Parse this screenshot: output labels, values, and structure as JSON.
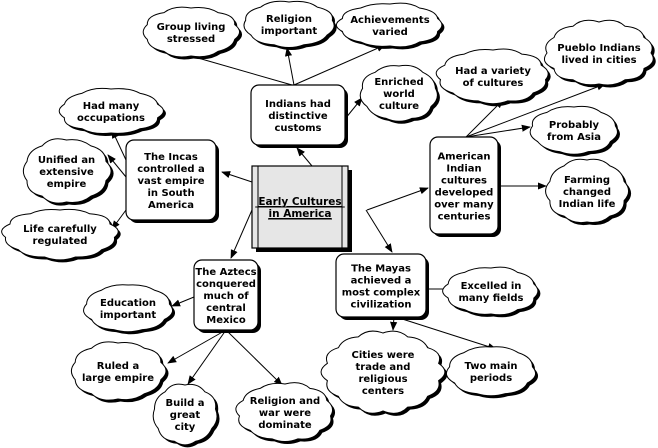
{
  "title": "Early Cultures in America",
  "colors": {
    "ink": "#000000",
    "paper": "#ffffff",
    "center_fill": "#e6e6e6"
  },
  "center": {
    "id": "center",
    "lines": [
      "Early Cultures",
      "in America"
    ]
  },
  "topics": [
    {
      "id": "customs",
      "lines": [
        "Indians had",
        "distinctive",
        "customs"
      ]
    },
    {
      "id": "incas",
      "lines": [
        "The Incas",
        "controlled a",
        "vast empire",
        "in South",
        "America"
      ]
    },
    {
      "id": "american",
      "lines": [
        "American",
        "Indian",
        "cultures",
        "developed",
        "over many",
        "centuries"
      ]
    },
    {
      "id": "aztecs",
      "lines": [
        "The Aztecs",
        "conquered",
        "much of",
        "central",
        "Mexico"
      ]
    },
    {
      "id": "mayas",
      "lines": [
        "The Mayas",
        "achieved a",
        "most complex",
        "civilization"
      ]
    }
  ],
  "details": [
    {
      "id": "group",
      "parent": "customs",
      "lines": [
        "Group living",
        "stressed"
      ]
    },
    {
      "id": "religion",
      "parent": "customs",
      "lines": [
        "Religion",
        "important"
      ]
    },
    {
      "id": "achieve",
      "parent": "customs",
      "lines": [
        "Achievements",
        "varied"
      ]
    },
    {
      "id": "enriched",
      "parent": "customs",
      "lines": [
        "Enriched",
        "world",
        "culture"
      ]
    },
    {
      "id": "occup",
      "parent": "incas",
      "lines": [
        "Had many",
        "occupations"
      ]
    },
    {
      "id": "unified",
      "parent": "incas",
      "lines": [
        "Unified an",
        "extensive",
        "empire"
      ]
    },
    {
      "id": "life",
      "parent": "incas",
      "lines": [
        "Life carefully",
        "regulated"
      ]
    },
    {
      "id": "variety",
      "parent": "american",
      "lines": [
        "Had a variety",
        "of cultures"
      ]
    },
    {
      "id": "pueblo",
      "parent": "american",
      "lines": [
        "Pueblo Indians",
        "lived in cities"
      ]
    },
    {
      "id": "asia",
      "parent": "american",
      "lines": [
        "Probably",
        "from Asia"
      ]
    },
    {
      "id": "farming",
      "parent": "american",
      "lines": [
        "Farming",
        "changed",
        "Indian life"
      ]
    },
    {
      "id": "education",
      "parent": "aztecs",
      "lines": [
        "Education",
        "important"
      ]
    },
    {
      "id": "ruled",
      "parent": "aztecs",
      "lines": [
        "Ruled a",
        "large empire"
      ]
    },
    {
      "id": "build",
      "parent": "aztecs",
      "lines": [
        "Build a",
        "great",
        "city"
      ]
    },
    {
      "id": "relwar",
      "parent": "aztecs",
      "lines": [
        "Religion and",
        "war were",
        "dominate"
      ]
    },
    {
      "id": "excelled",
      "parent": "mayas",
      "lines": [
        "Excelled in",
        "many fields"
      ]
    },
    {
      "id": "cities",
      "parent": "mayas",
      "lines": [
        "Cities were",
        "trade and",
        "religious",
        "centers"
      ]
    },
    {
      "id": "periods",
      "parent": "mayas",
      "lines": [
        "Two main",
        "periods"
      ]
    }
  ],
  "edges": [
    {
      "from": "center",
      "to": "customs",
      "arrow": true
    },
    {
      "from": "center",
      "to": "incas",
      "arrow": true
    },
    {
      "from": "center",
      "to": "american",
      "arrow": true
    },
    {
      "from": "center",
      "to": "aztecs",
      "arrow": true
    },
    {
      "from": "center",
      "to": "mayas",
      "arrow": true
    },
    {
      "from": "customs",
      "to": "group",
      "arrow": false
    },
    {
      "from": "customs",
      "to": "religion",
      "arrow": true
    },
    {
      "from": "customs",
      "to": "achieve",
      "arrow": true
    },
    {
      "from": "customs",
      "to": "enriched",
      "arrow": true
    },
    {
      "from": "incas",
      "to": "occup",
      "arrow": true
    },
    {
      "from": "incas",
      "to": "unified",
      "arrow": true
    },
    {
      "from": "incas",
      "to": "life",
      "arrow": true
    },
    {
      "from": "american",
      "to": "variety",
      "arrow": true
    },
    {
      "from": "american",
      "to": "pueblo",
      "arrow": true
    },
    {
      "from": "american",
      "to": "asia",
      "arrow": true
    },
    {
      "from": "american",
      "to": "farming",
      "arrow": true
    },
    {
      "from": "aztecs",
      "to": "education",
      "arrow": true
    },
    {
      "from": "aztecs",
      "to": "ruled",
      "arrow": true
    },
    {
      "from": "aztecs",
      "to": "build",
      "arrow": true
    },
    {
      "from": "aztecs",
      "to": "relwar",
      "arrow": true
    },
    {
      "from": "mayas",
      "to": "excelled",
      "arrow": false
    },
    {
      "from": "mayas",
      "to": "cities",
      "arrow": true
    },
    {
      "from": "mayas",
      "to": "periods",
      "arrow": true
    }
  ]
}
